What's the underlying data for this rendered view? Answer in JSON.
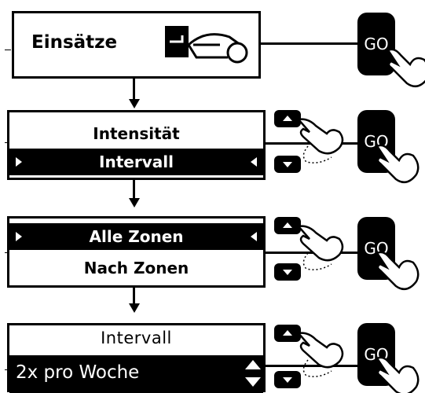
{
  "step1": {
    "label": "Einsätze"
  },
  "step2": {
    "items": [
      "Intensität",
      "Intervall"
    ],
    "selected_index": 1
  },
  "step3": {
    "items": [
      "Alle Zonen",
      "Nach Zonen"
    ],
    "selected_index": 0
  },
  "step4": {
    "title": "Intervall",
    "value": "2x pro Woche"
  },
  "buttons": {
    "go_label": "GO"
  },
  "icons": [
    "mower-icon",
    "hand-pointer-icon",
    "up-arrow-icon",
    "down-arrow-icon",
    "right-arrow-icon",
    "left-arrow-icon",
    "up-down-icon"
  ]
}
